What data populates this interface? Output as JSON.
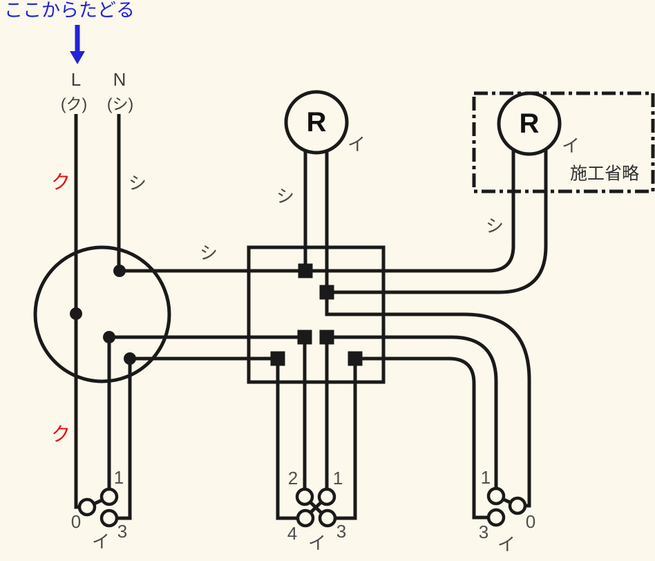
{
  "colors": {
    "background": "#FCF8EB",
    "line": "#1A1A1A",
    "guide_blue": "#2222DC",
    "wire_red": "#E11414",
    "label_gray": "#4A4A4A"
  },
  "guide": {
    "label": "ここからたどる"
  },
  "source": {
    "live": {
      "terminal": "L",
      "wire": "(ク)"
    },
    "neutral": {
      "terminal": "N",
      "wire": "(シ)"
    }
  },
  "wire_labels": {
    "black_upper": "ク",
    "black_lower": "ク",
    "white_near_source": "シ",
    "white_to_box": "シ",
    "white_left_lamp": "シ",
    "white_right_lamp": "シ"
  },
  "lamps": {
    "left": {
      "symbol": "R",
      "circuit": "イ"
    },
    "right": {
      "symbol": "R",
      "circuit": "イ"
    }
  },
  "omission": {
    "label": "施工省略"
  },
  "switches": {
    "left_three_way": {
      "t1": "1",
      "t0": "0",
      "t3": "3",
      "circuit": "イ"
    },
    "middle_four_way": {
      "t2": "2",
      "t1": "1",
      "t4": "4",
      "t3": "3",
      "circuit": "イ"
    },
    "right_three_way": {
      "t1": "1",
      "t0": "0",
      "t3": "3",
      "circuit": "イ"
    }
  }
}
